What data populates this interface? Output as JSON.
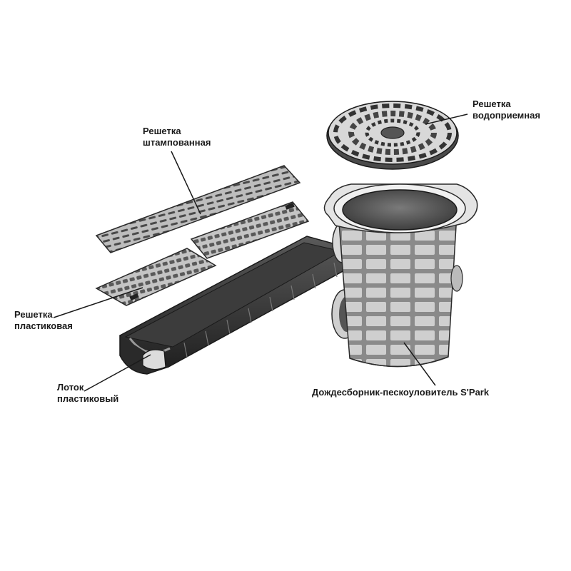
{
  "labels": {
    "stamped_grate": [
      "Решетка",
      "штампованная"
    ],
    "round_grate": [
      "Решетка",
      "водоприемная"
    ],
    "plastic_grate": [
      "Решетка",
      "пластиковая"
    ],
    "plastic_channel": [
      "Лоток",
      "пластиковый"
    ],
    "sand_trap": "Дождесборник-пескоуловитель S'Park"
  },
  "colors": {
    "line": "#2a2a2a",
    "grate_fill": "#bdbdbd",
    "grate_slot": "#4a4a4a",
    "channel_dark": "#2e2e2e",
    "channel_mid": "#6b6b6b",
    "body_fill": "#d2d2d2",
    "body_dark": "#555555"
  }
}
